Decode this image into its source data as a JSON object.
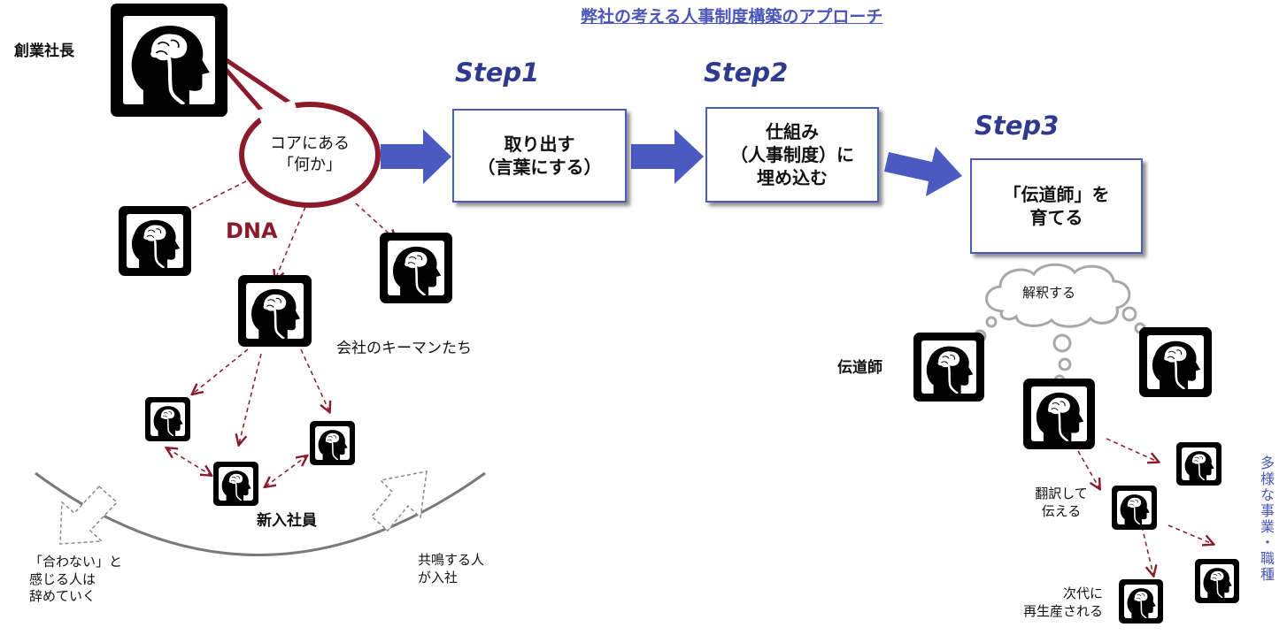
{
  "title": "弊社の考える人事制度構築のアプローチ",
  "founder_label": "創業社長",
  "core_bubble": "コアにある\n「何か」",
  "dna_label": "DNA",
  "key_people_label": "会社のキーマンたち",
  "new_employees_label": "新入社員",
  "leave_label": "「合わない」と\n感じる人は\n辞めていく",
  "join_label": "共鳴する人\nが入社",
  "steps": [
    {
      "label": "Step1",
      "text": "取り出す\n（言葉にする）"
    },
    {
      "label": "Step2",
      "text": "仕組み\n（人事制度）に\n埋め込む"
    },
    {
      "label": "Step3",
      "text": "「伝道師」を\n育てる"
    }
  ],
  "cloud_text": "解釈する",
  "evangelist_label": "伝道師",
  "translate_label": "翻訳して\n伝える",
  "regenerate_label": "次代に\n再生産される",
  "diverse_label": "多様な事業・職種",
  "icons": [
    "head-brain-icon"
  ],
  "colors": {
    "accent_blue": "#4a5ac0",
    "dna_red": "#8b1a2b"
  }
}
